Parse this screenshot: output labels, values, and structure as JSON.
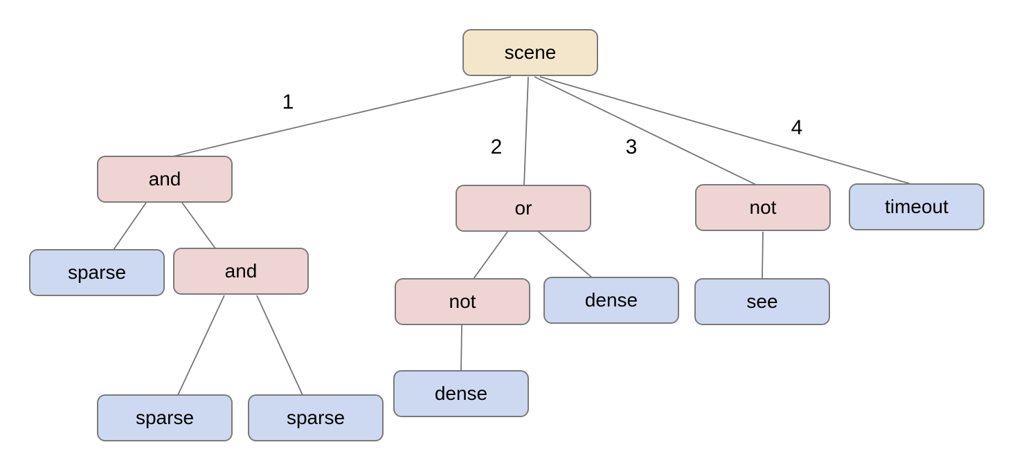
{
  "diagram": {
    "colors": {
      "root_fill": "#f4e6cb",
      "operator_fill": "#eed4d3",
      "leaf_fill": "#cdd9f0",
      "node_border": "#7a7a7a",
      "edge_line": "#757575",
      "text": "#000000",
      "background": "#ffffff"
    },
    "nodes": [
      {
        "id": "scene",
        "label": "scene",
        "kind": "root"
      },
      {
        "id": "and1",
        "label": "and",
        "kind": "operator"
      },
      {
        "id": "or1",
        "label": "or",
        "kind": "operator"
      },
      {
        "id": "not1",
        "label": "not",
        "kind": "operator"
      },
      {
        "id": "timeout1",
        "label": "timeout",
        "kind": "leaf"
      },
      {
        "id": "sparse1",
        "label": "sparse",
        "kind": "leaf"
      },
      {
        "id": "and2",
        "label": "and",
        "kind": "operator"
      },
      {
        "id": "not2",
        "label": "not",
        "kind": "operator"
      },
      {
        "id": "dense1",
        "label": "dense",
        "kind": "leaf"
      },
      {
        "id": "see1",
        "label": "see",
        "kind": "leaf"
      },
      {
        "id": "sparse2",
        "label": "sparse",
        "kind": "leaf"
      },
      {
        "id": "sparse3",
        "label": "sparse",
        "kind": "leaf"
      },
      {
        "id": "dense2",
        "label": "dense",
        "kind": "leaf"
      }
    ],
    "edges": [
      {
        "from": "scene",
        "to": "and1",
        "label": "1"
      },
      {
        "from": "scene",
        "to": "or1",
        "label": "2"
      },
      {
        "from": "scene",
        "to": "not1",
        "label": "3"
      },
      {
        "from": "scene",
        "to": "timeout1",
        "label": "4"
      },
      {
        "from": "and1",
        "to": "sparse1",
        "label": ""
      },
      {
        "from": "and1",
        "to": "and2",
        "label": ""
      },
      {
        "from": "and2",
        "to": "sparse2",
        "label": ""
      },
      {
        "from": "and2",
        "to": "sparse3",
        "label": ""
      },
      {
        "from": "or1",
        "to": "not2",
        "label": ""
      },
      {
        "from": "or1",
        "to": "dense1",
        "label": ""
      },
      {
        "from": "not2",
        "to": "dense2",
        "label": ""
      },
      {
        "from": "not1",
        "to": "see1",
        "label": ""
      }
    ]
  }
}
